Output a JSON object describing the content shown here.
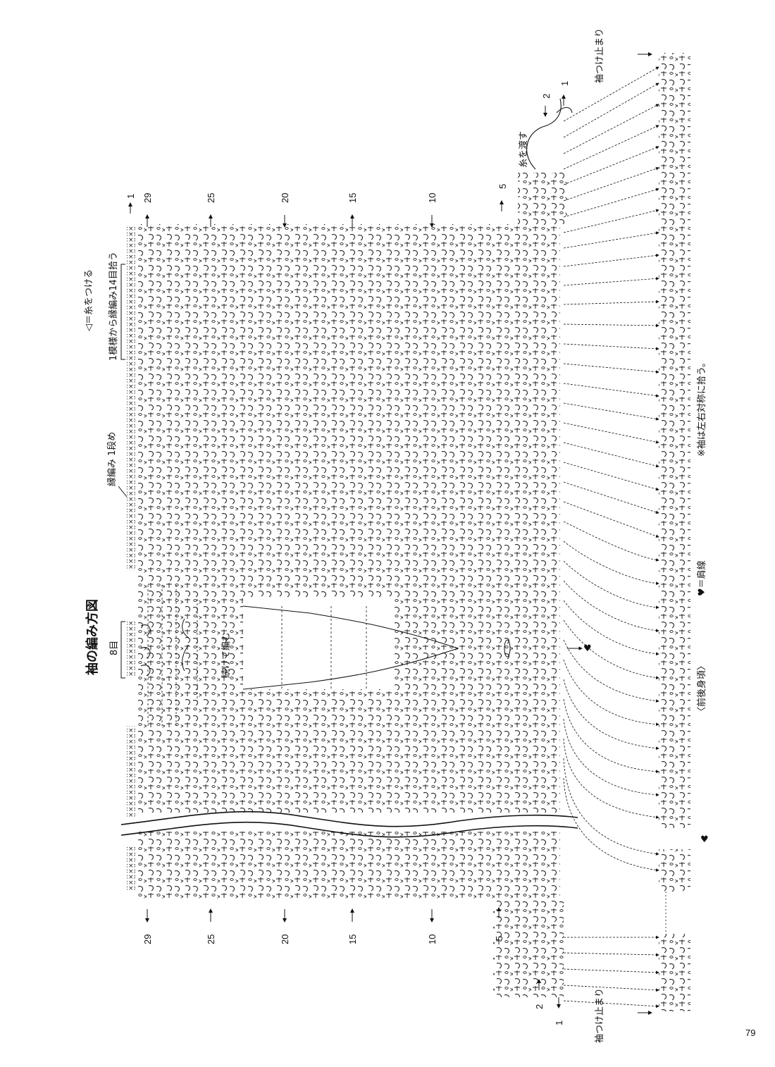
{
  "title": "袖の編み方図",
  "page_number": "79",
  "labels": {
    "mark_legend": "◁＝糸をつける",
    "pick_up": "1模様から縁編み14目拾う",
    "border_row": "縁編み 1段め",
    "eight_st": "8目",
    "continue": "続けて編む",
    "shoulder": "♥＝肩線",
    "front_back": "〈前後身頃〉",
    "note": "※袖は左右対称に拾う。",
    "pass_yarn": "糸を渡す",
    "sleeve_stop_top": "袖つけ止まり",
    "sleeve_stop_bottom": "袖つけ止まり"
  },
  "row_numbers_top": [
    "29",
    "25",
    "20",
    "15",
    "10",
    "5",
    "2",
    "1"
  ],
  "row_numbers_bottom": [
    "29",
    "25",
    "20",
    "15",
    "10",
    "5",
    "2",
    "1"
  ],
  "row_one_top": "1",
  "heart": "♥",
  "colors": {
    "ink": "#111111",
    "paper": "#ffffff"
  }
}
